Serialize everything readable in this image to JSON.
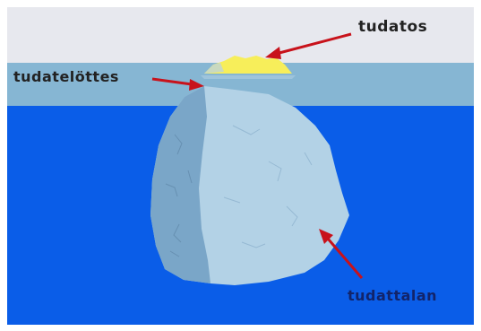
{
  "diagram": {
    "labels": {
      "conscious": "tudatos",
      "preconscious": "tudatelöttes",
      "unconscious": "tudattalan"
    },
    "colors": {
      "sky": "#e7e8ee",
      "surface_band": "#86b6d3",
      "deep_water": "#0a5de8",
      "iceberg_light": "#b3d2e6",
      "iceberg_shadow": "#7aa6c8",
      "tip": "#f7ee5a",
      "arrow": "#c8121b",
      "label_text_top": "#222222",
      "label_text_bottom": "#12246a"
    }
  }
}
